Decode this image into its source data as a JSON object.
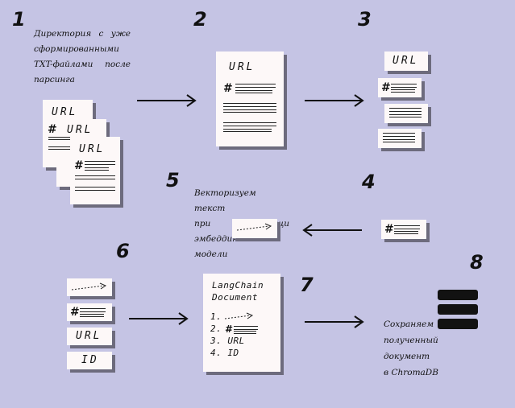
{
  "steps": {
    "s1": "1",
    "s2": "2",
    "s3": "3",
    "s4": "4",
    "s5": "5",
    "s6": "6",
    "s7": "7",
    "s8": "8"
  },
  "notes": {
    "step1_lines": [
      "Директория с уже",
      "сформированными",
      "TXT-файлами после",
      "парсинга"
    ],
    "step5_lines": [
      "Векторизуем текст",
      "при помощи эмбеддинг",
      "модели"
    ],
    "step8_lines": [
      "Сохраняем",
      "полученный документ",
      "в ChromaDB"
    ]
  },
  "labels": {
    "url": "URL",
    "hash": "#",
    "id": "ID"
  },
  "document": {
    "title_line1": "LangChain",
    "title_line2": "Document",
    "item1": "1.",
    "item2": "2.",
    "item3": "3. URL",
    "item4": "4.  ID"
  },
  "icons": {
    "database": "database-stack-icon",
    "embedding": "dashed-arrow-icon",
    "flow": "arrow-icon"
  }
}
